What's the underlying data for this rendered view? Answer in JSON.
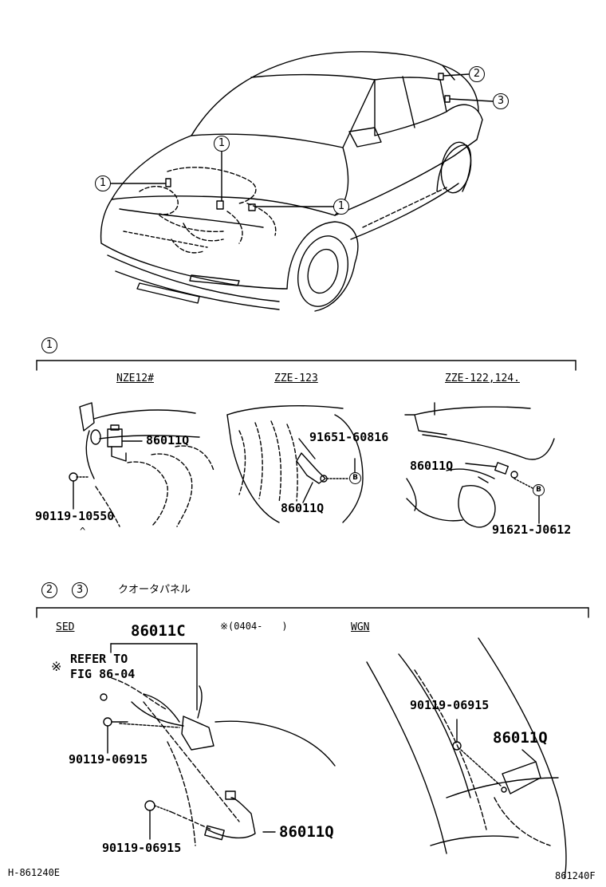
{
  "callouts": {
    "c1_a": "1",
    "c1_b": "1",
    "c1_c": "1",
    "c2": "2",
    "c3": "3",
    "sec1": "1",
    "sec2": "2",
    "sec3": "3",
    "bolt_b1": "B",
    "bolt_b2": "B"
  },
  "section1": {
    "variants": [
      "NZE12#",
      "ZZE-123",
      "ZZE-122,124."
    ],
    "parts": {
      "nze_sensor": "86011Q",
      "nze_bolt": "90119-10550",
      "zze123_clamp": "91651-60816",
      "zze123_sensor": "86011Q",
      "zze122_sensor": "86011Q",
      "zze122_clamp": "91621-J0612"
    }
  },
  "section23": {
    "title": "クオータパネル",
    "sed_label": "SED",
    "wgn_label": "WGN",
    "note_period": "※(0404-　　)",
    "ref_mark": "※",
    "refer_line1": "REFER TO",
    "refer_line2": "FIG 86-04",
    "parts": {
      "sed_upper": "86011C",
      "sed_bolt1": "90119-06915",
      "sed_bolt2": "90119-06915",
      "sed_lower": "86011Q",
      "wgn_bolt": "90119-06915",
      "wgn_sensor": "86011Q"
    }
  },
  "footer": {
    "left_code": "H-861240E",
    "right_code": "861240F"
  }
}
